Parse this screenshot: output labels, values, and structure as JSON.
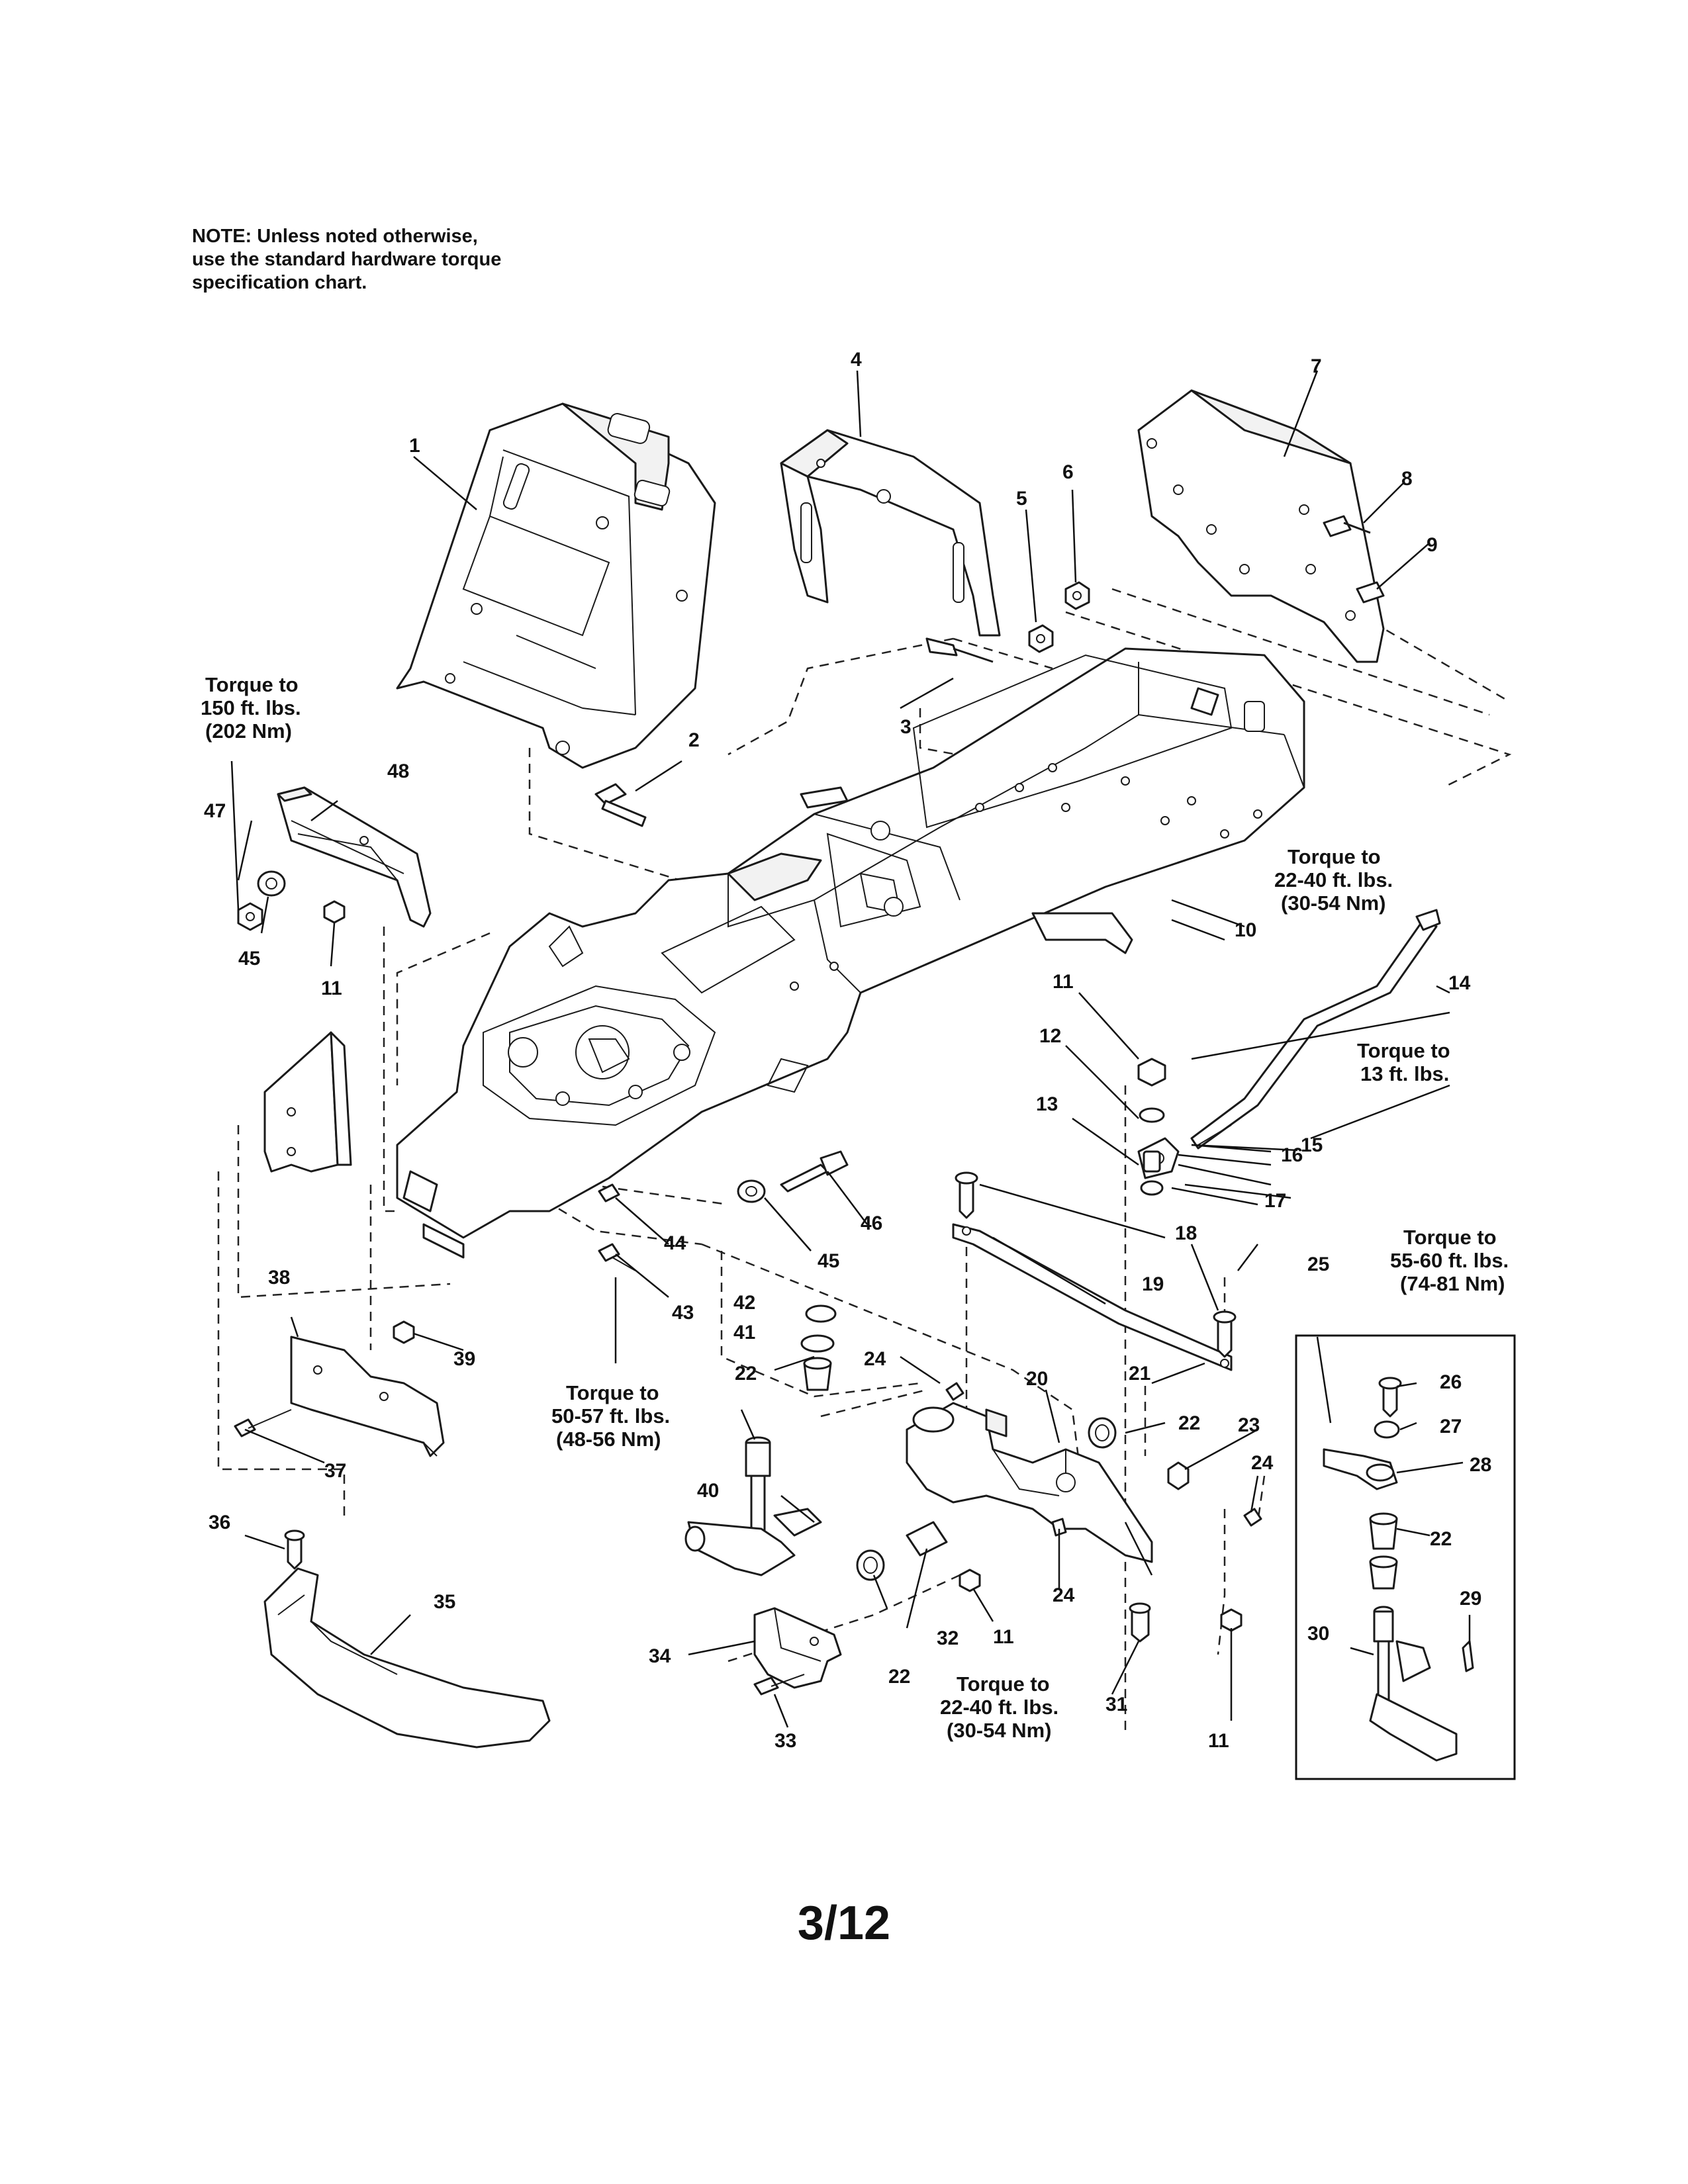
{
  "note": {
    "lines": [
      "NOTE: Unless noted otherwise,",
      "use the standard hardware torque",
      "specification chart."
    ]
  },
  "part_numbers": [
    "1",
    "2",
    "3",
    "4",
    "5",
    "6",
    "7",
    "8",
    "9",
    "10",
    "11",
    "12",
    "13",
    "14",
    "15",
    "16",
    "17",
    "18",
    "19",
    "20",
    "21",
    "22",
    "23",
    "24",
    "25",
    "26",
    "27",
    "28",
    "29",
    "30",
    "31",
    "32",
    "33",
    "34",
    "35",
    "36",
    "37",
    "38",
    "39",
    "40",
    "41",
    "42",
    "43",
    "44",
    "45",
    "46",
    "47",
    "48"
  ],
  "torque_notes": {
    "t150": [
      "Torque to",
      "150 ft. lbs.",
      "(202 Nm)"
    ],
    "t22_upper": [
      "Torque to",
      "22-40 ft. lbs.",
      "(30-54 Nm)"
    ],
    "t13": [
      "Torque to",
      "13 ft. lbs."
    ],
    "t55": [
      "Torque to",
      "55-60 ft. lbs.",
      "(74-81 Nm)"
    ],
    "t50": [
      "Torque to",
      "50-57 ft. lbs.",
      "(48-56 Nm)"
    ],
    "t22_lower": [
      "Torque to",
      "22-40 ft. lbs.",
      "(30-54 Nm)"
    ]
  },
  "page_number": "3/12"
}
